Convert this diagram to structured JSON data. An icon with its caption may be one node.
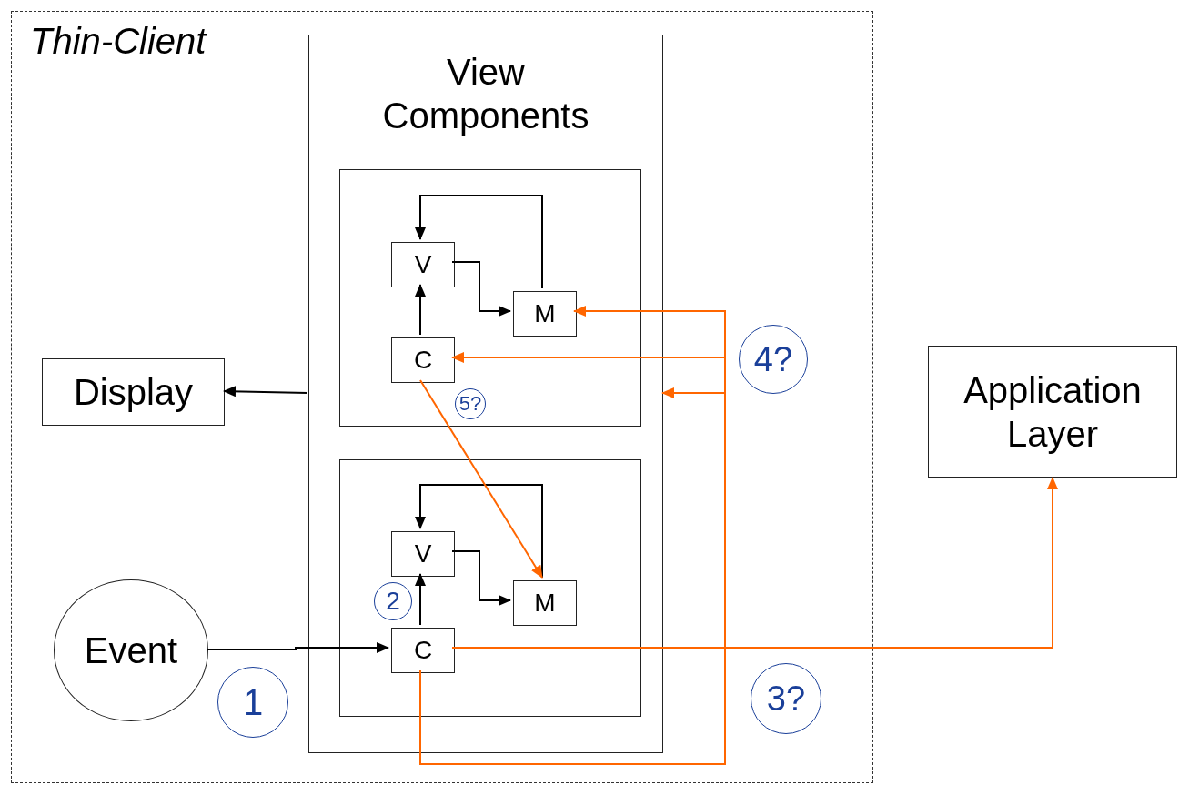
{
  "diagram": {
    "nodes": [
      {
        "text": [
          "Thin-Client"
        ]
      },
      {
        "text": [
          "View Components"
        ],
        "in": 0
      },
      {
        "text": [],
        "shape": "box",
        "in": 1
      },
      {
        "text": [
          "V"
        ],
        "in": 2
      },
      {
        "text": [
          "M"
        ],
        "in": 2
      },
      {
        "text": [
          "C"
        ],
        "in": 2
      },
      {
        "text": [],
        "shape": "box",
        "in": 1
      },
      {
        "text": [
          "V"
        ],
        "in": 6
      },
      {
        "text": [
          "M"
        ],
        "in": 6
      },
      {
        "text": [
          "C"
        ],
        "in": 6
      },
      {
        "text": [
          "Display"
        ],
        "in": 0
      },
      {
        "text": [
          "Event"
        ],
        "in": 0
      },
      {
        "text": [
          "Application Layer"
        ]
      }
    ],
    "edges": [
      {
        "from": 1,
        "to": 10,
        "arrow": "to"
      },
      {
        "from": 4,
        "to": 3,
        "arrow": "to"
      },
      {
        "from": 3,
        "to": 4,
        "arrow": "to"
      },
      {
        "from": 5,
        "to": 3,
        "arrow": "to"
      },
      {
        "from": 8,
        "to": 7,
        "arrow": "to"
      },
      {
        "from": 7,
        "to": 8,
        "arrow": "to"
      },
      {
        "from": 9,
        "to": 7,
        "arrow": "to"
      },
      {
        "from": 11,
        "to": 9,
        "arrow": "to"
      },
      {
        "from": 5,
        "to": 8,
        "arrow": "to",
        "color": "#ff6600"
      },
      {
        "from": 9,
        "to": 12,
        "arrow": "to",
        "color": "#ff6600"
      },
      {
        "from": 9,
        "to": 4,
        "arrow": "to",
        "color": "#ff6600"
      },
      {
        "from": 9,
        "to": 5,
        "arrow": "to",
        "color": "#ff6600"
      },
      {
        "from": 9,
        "to": 1,
        "arrow": "to",
        "color": "#ff6600"
      }
    ],
    "labels": [
      "4?",
      "5?",
      "2",
      "1",
      "3?"
    ]
  }
}
